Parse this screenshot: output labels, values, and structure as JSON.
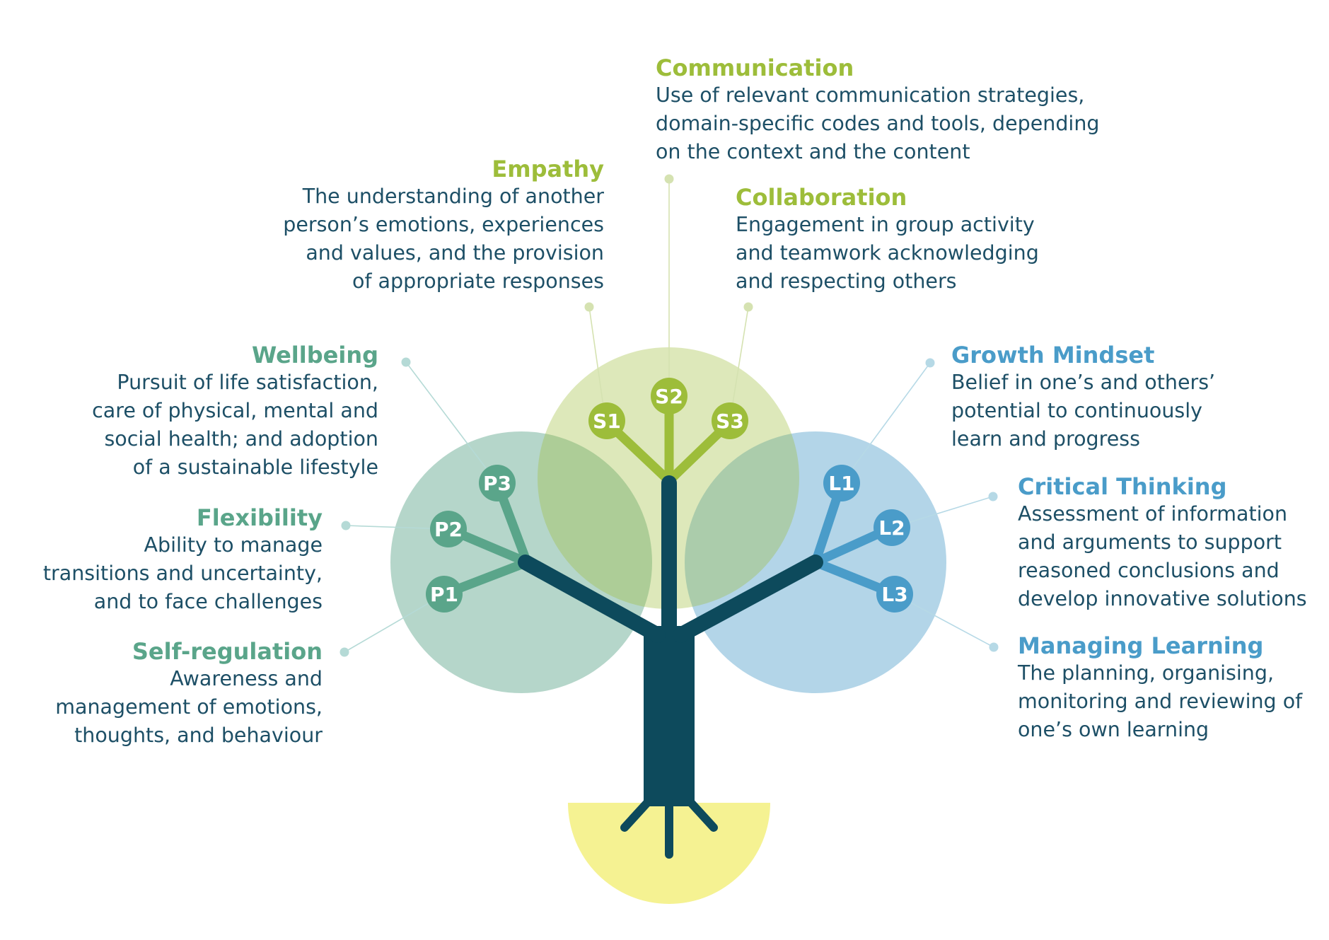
{
  "colors": {
    "personal": "#5aa58a",
    "social": "#9dbd3a",
    "learning": "#4a9cc9",
    "trunk": "#0d4a5c",
    "soil": "#f5f292",
    "text": "#1d4f66"
  },
  "nodes": {
    "s1": "S1",
    "s2": "S2",
    "s3": "S3",
    "p1": "P1",
    "p2": "P2",
    "p3": "P3",
    "l1": "L1",
    "l2": "L2",
    "l3": "L3"
  },
  "competences": {
    "communication": {
      "title": "Communication",
      "lines": [
        "Use of relevant communication strategies,",
        "domain-specific codes and tools, depending",
        "on the context and the content"
      ]
    },
    "empathy": {
      "title": "Empathy",
      "lines": [
        "The understanding of another",
        "person’s emotions, experiences",
        "and values, and the provision",
        "of appropriate responses"
      ]
    },
    "collaboration": {
      "title": "Collaboration",
      "lines": [
        "Engagement in group activity",
        "and teamwork acknowledging",
        "and respecting others"
      ]
    },
    "wellbeing": {
      "title": "Wellbeing",
      "lines": [
        "Pursuit of life satisfaction,",
        "care of physical, mental and",
        "social health; and adoption",
        "of a sustainable lifestyle"
      ]
    },
    "flexibility": {
      "title": "Flexibility",
      "lines": [
        "Ability to manage",
        "transitions and uncertainty,",
        "and to face challenges"
      ]
    },
    "self_regulation": {
      "title": "Self-regulation",
      "lines": [
        "Awareness and",
        "management of emotions,",
        "thoughts, and behaviour"
      ]
    },
    "growth_mindset": {
      "title": "Growth Mindset",
      "lines": [
        "Belief in one’s and others’",
        "potential to continuously",
        "learn and progress"
      ]
    },
    "critical_thinking": {
      "title": "Critical Thinking",
      "lines": [
        "Assessment of information",
        "and arguments to support",
        "reasoned conclusions and",
        "develop innovative solutions"
      ]
    },
    "managing_learning": {
      "title": "Managing Learning",
      "lines": [
        "The planning, organising,",
        "monitoring and reviewing of",
        "one’s own learning"
      ]
    }
  }
}
